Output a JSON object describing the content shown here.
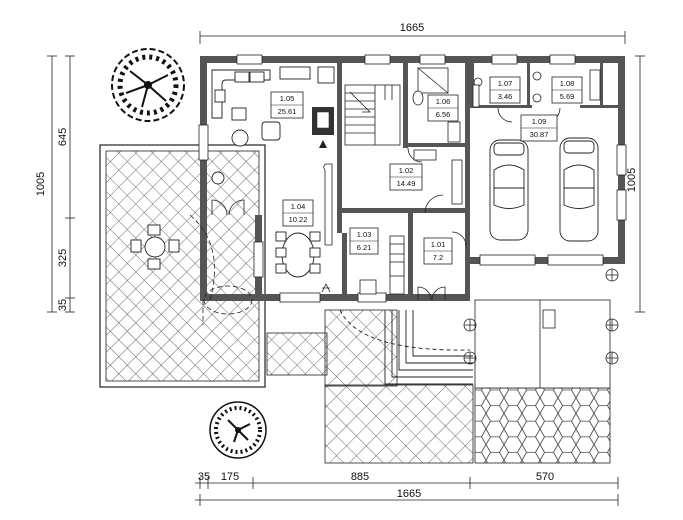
{
  "dimensions": {
    "top_total": "1665",
    "bottom_total": "1665",
    "bottom_segments": [
      "35",
      "175",
      "885",
      "570"
    ],
    "left_total": "1005",
    "left_segments": [
      "645",
      "325",
      "35"
    ],
    "right_total": "1005"
  },
  "rooms": [
    {
      "id": "r105",
      "number": "1.05",
      "area": "25.61"
    },
    {
      "id": "r106",
      "number": "1.06",
      "area": "6.56"
    },
    {
      "id": "r107",
      "number": "1.07",
      "area": "3.46"
    },
    {
      "id": "r108",
      "number": "1.08",
      "area": "5.69"
    },
    {
      "id": "r109",
      "number": "1.09",
      "area": "30.87"
    },
    {
      "id": "r102",
      "number": "1.02",
      "area": "14.49"
    },
    {
      "id": "r104",
      "number": "1.04",
      "area": "10.22"
    },
    {
      "id": "r103",
      "number": "1.03",
      "area": "6.21"
    },
    {
      "id": "r101",
      "number": "1.01",
      "area": "7.2"
    }
  ],
  "colors": {
    "wall": "#555555",
    "line": "#222222",
    "hatch": "#444444"
  }
}
